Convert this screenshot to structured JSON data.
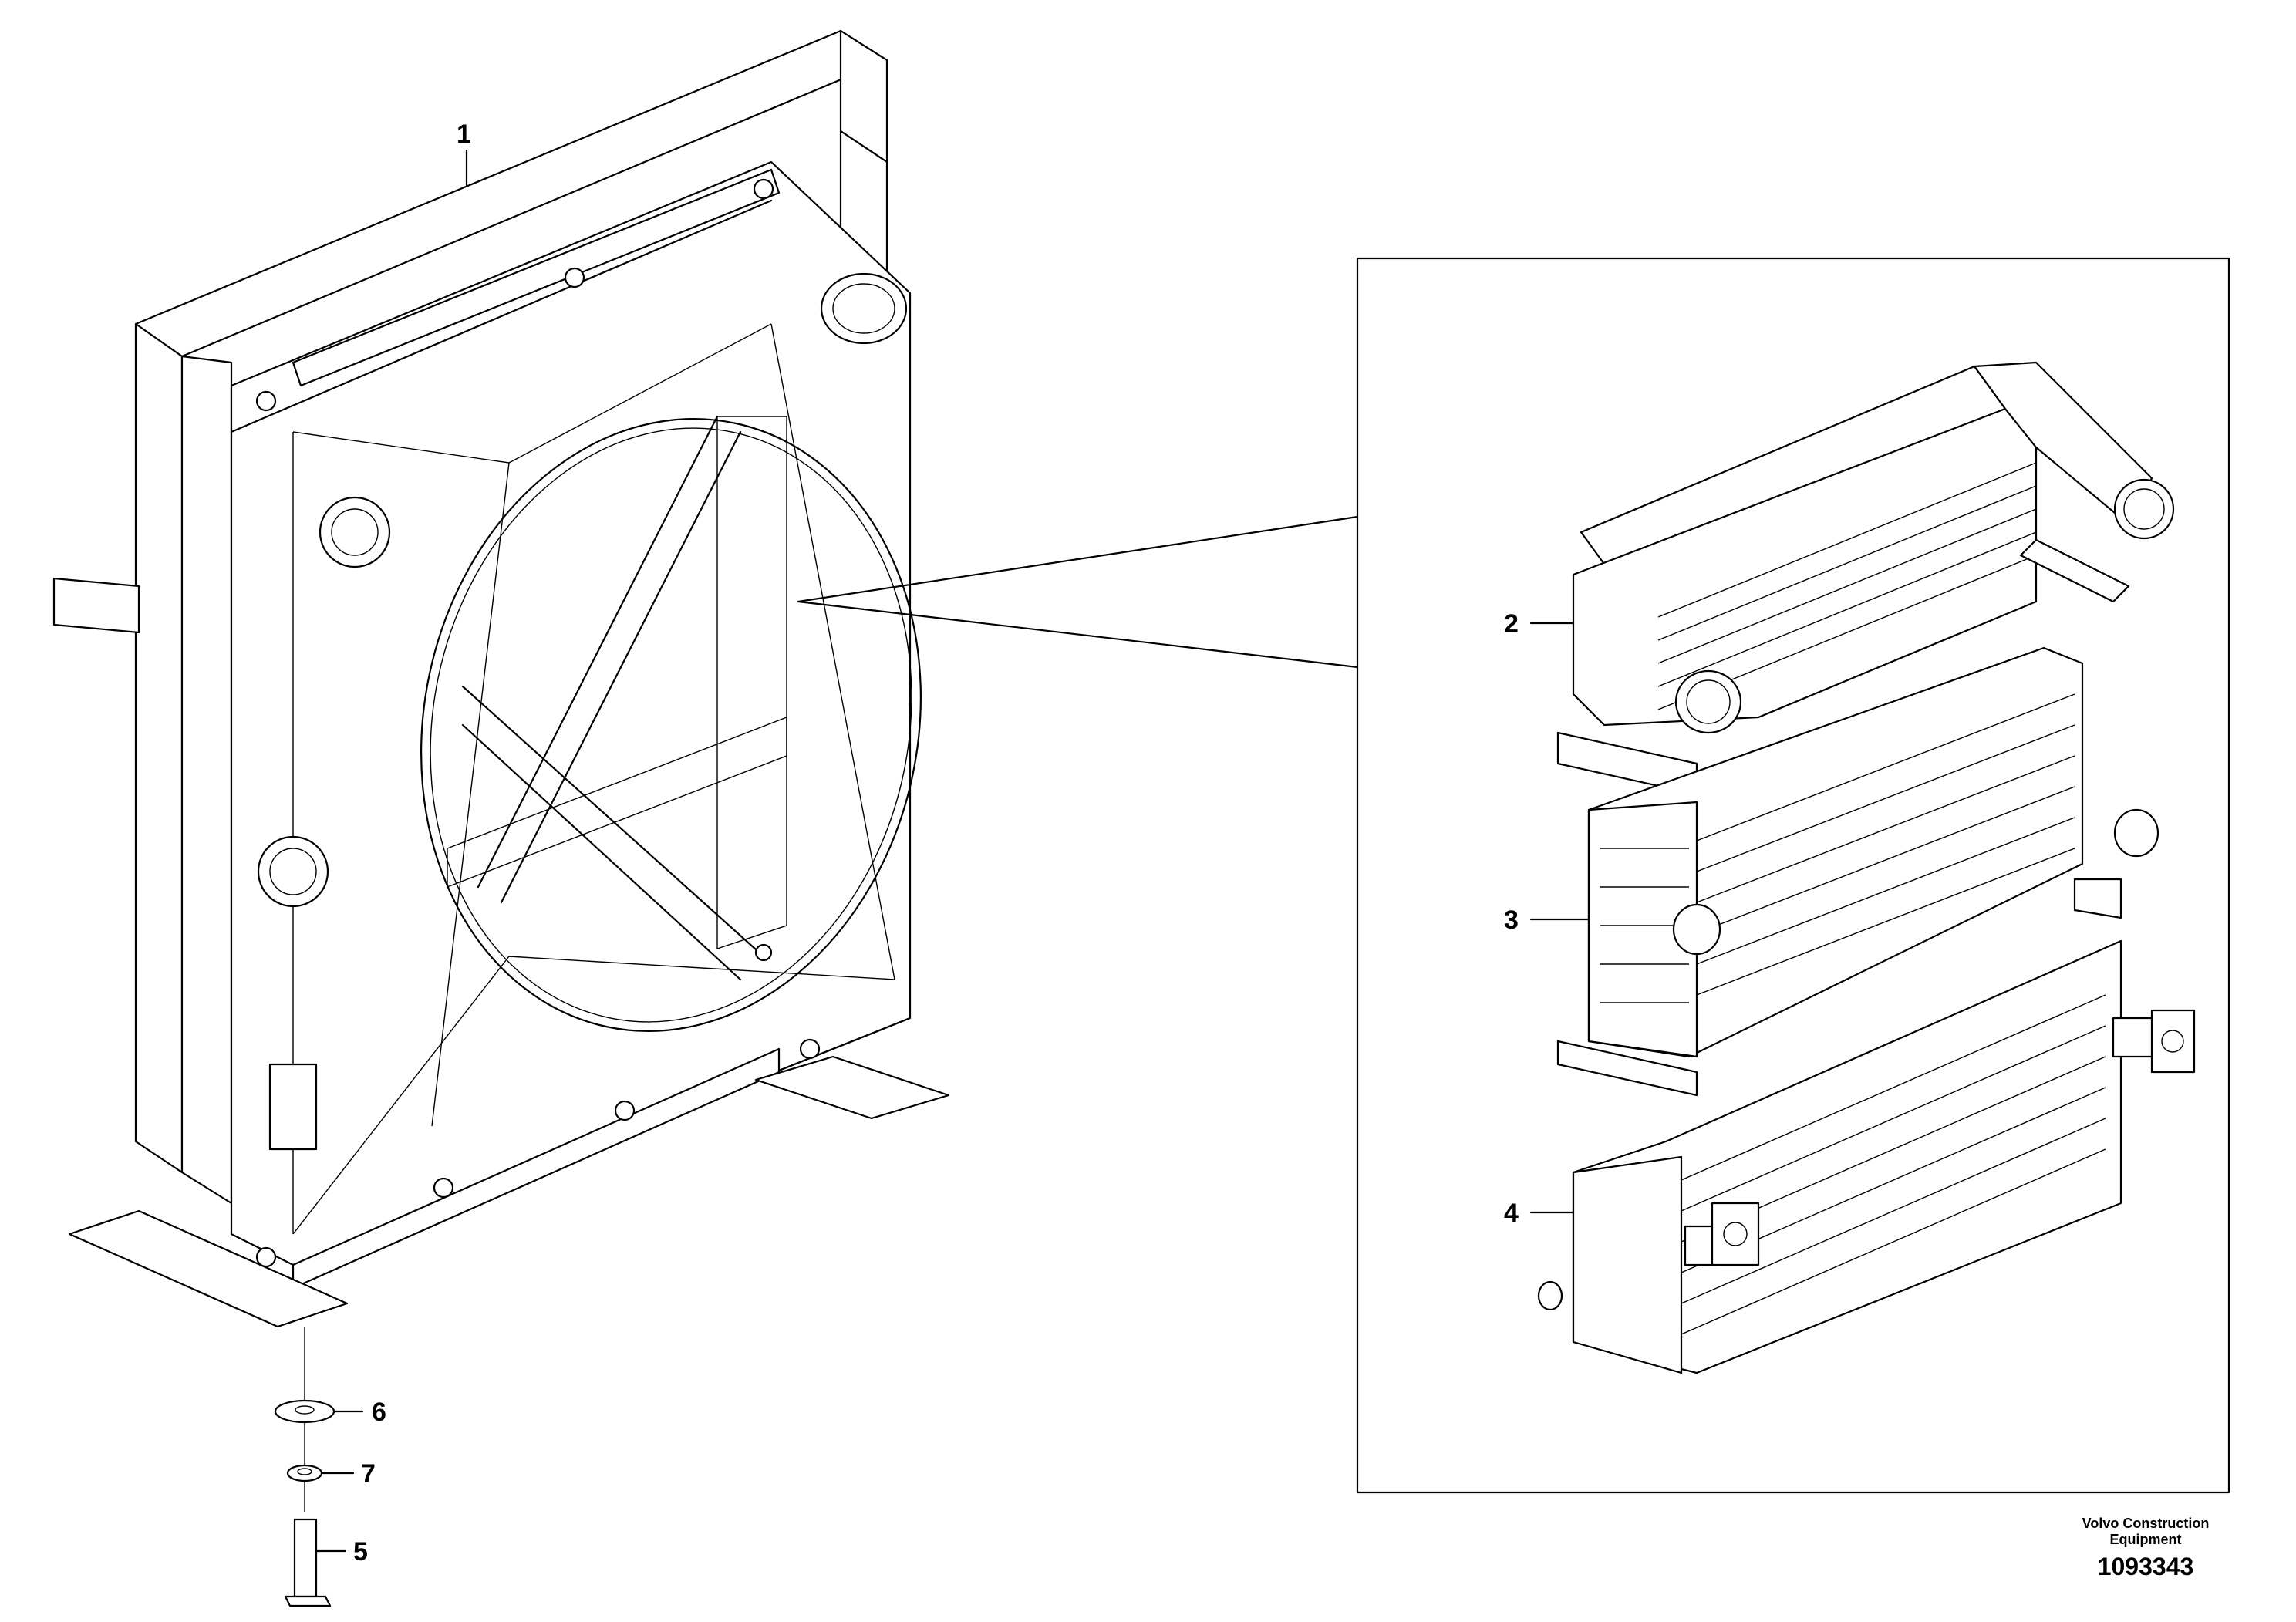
{
  "diagram": {
    "callouts": [
      {
        "id": "1",
        "label": "1"
      },
      {
        "id": "2",
        "label": "2"
      },
      {
        "id": "3",
        "label": "3"
      },
      {
        "id": "4",
        "label": "4"
      },
      {
        "id": "5",
        "label": "5"
      },
      {
        "id": "6",
        "label": "6"
      },
      {
        "id": "7",
        "label": "7"
      }
    ]
  },
  "footer": {
    "company": "Volvo Construction Equipment",
    "doc_number": "1093343"
  }
}
